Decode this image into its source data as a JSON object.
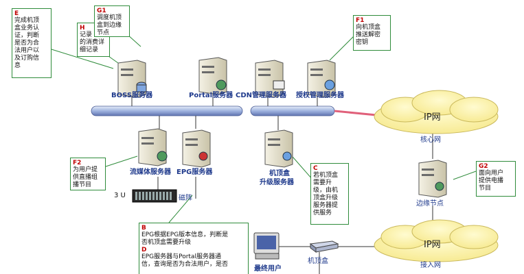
{
  "notes": {
    "E": {
      "tag": "E",
      "body": "完成机顶\n盒业务认\n证，判断\n是否为合\n法用户以\n及订购信\n息"
    },
    "H": {
      "tag": "H",
      "body": "记录\n的消费详\n细记录"
    },
    "G1": {
      "tag": "G1",
      "body": "调度机顶\n盒到边缘\n节点"
    },
    "F1": {
      "tag": "F1",
      "body": "向机顶盒\n推送解密\n密钥"
    },
    "F2": {
      "tag": "F2",
      "body": "为用户提\n供直播组\n播节目"
    },
    "C": {
      "tag": "C",
      "body": "若机顶盒\n需要升\n级，由机\n顶盒升级\n服务器提\n供服务"
    },
    "G2": {
      "tag": "G2",
      "body": "面向用户\n提供电播\n节目"
    },
    "BD": {
      "tag_b": "B",
      "body_b": "EPG根据EPG版本信息，判断是\n否机顶盒需要升级",
      "tag_d": "D",
      "body_d": "EPG服务器与Portal服务器通\n信，查询是否为合法用户，是否"
    }
  },
  "servers": {
    "boss": "BOSS服务器",
    "portal": "Portal服务器",
    "cdn": "CDN管理服务器",
    "auth": "授权管理服务器",
    "stream": "流媒体服务器",
    "epg": "EPG服务器",
    "upgrade_line1": "机顶盒",
    "upgrade_line2": "升级服务器",
    "edge": "边缘节点"
  },
  "storage": {
    "label_3u": "3 U",
    "label_disk": "磁阵"
  },
  "clouds": {
    "core": {
      "title": "IP网",
      "caption": "核心网"
    },
    "access": {
      "title": "IP网",
      "caption": "接入网"
    }
  },
  "endpoints": {
    "user": "最终用户",
    "stb": "机顶盒"
  },
  "colors": {
    "note_border": "#2e8b3a",
    "tag": "#c00000",
    "label": "#1f3a8c",
    "bus": "#b7c6e8",
    "cloud": "#fff6a8",
    "link_red": "#e0607a"
  }
}
